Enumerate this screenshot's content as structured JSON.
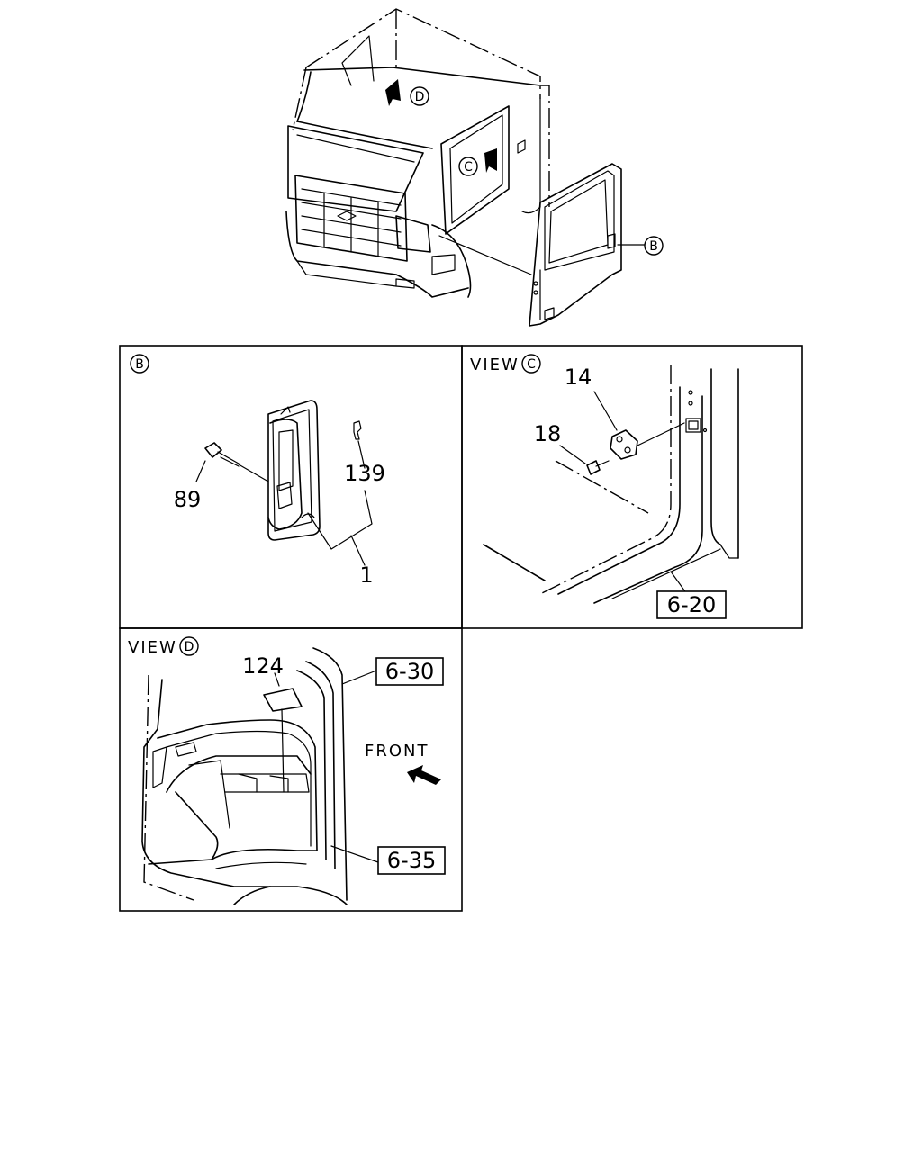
{
  "callouts": {
    "cab_D": "D",
    "cab_C": "C",
    "cab_B": "B"
  },
  "panel_b": {
    "title": "B",
    "labels": {
      "p89": "89",
      "p139": "139",
      "p1": "1"
    }
  },
  "panel_c": {
    "title_prefix": "VIEW",
    "title_letter": "C",
    "labels": {
      "p14": "14",
      "p18": "18"
    },
    "ref_box": "6-20"
  },
  "panel_d": {
    "title_prefix": "VIEW",
    "title_letter": "D",
    "labels": {
      "p124": "124",
      "front": "FRONT"
    },
    "ref_boxes": {
      "top": "6-30",
      "bottom": "6-35"
    }
  }
}
